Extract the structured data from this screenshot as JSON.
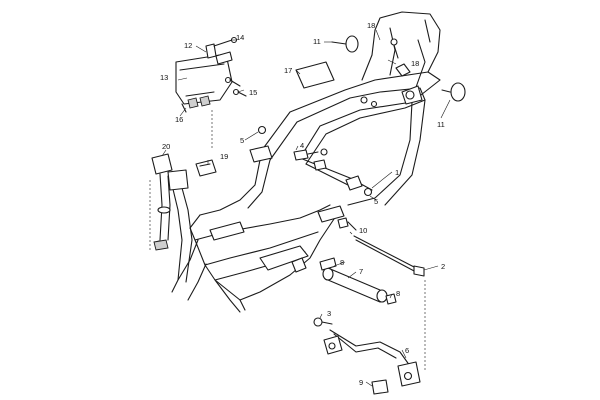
{
  "diagram": {
    "part_numbers": [
      "1",
      "2",
      "3",
      "4",
      "5",
      "5",
      "6",
      "7",
      "8",
      "8",
      "9",
      "10",
      "11",
      "11",
      "12",
      "13",
      "14",
      "15",
      "16",
      "17",
      "18",
      "18",
      "19",
      "20"
    ]
  }
}
